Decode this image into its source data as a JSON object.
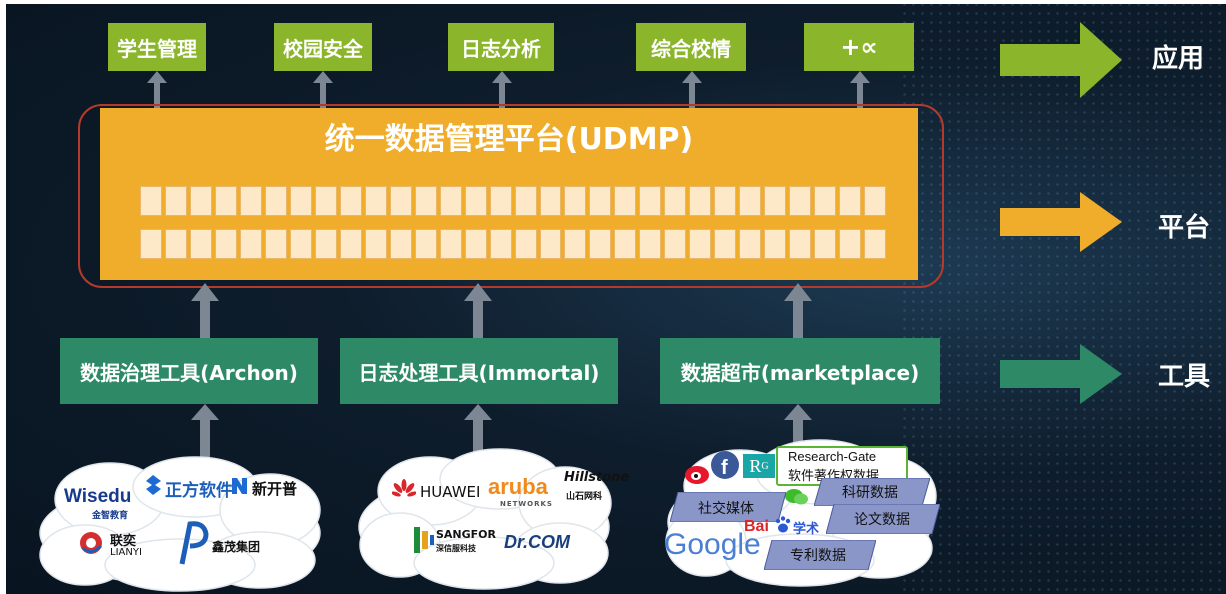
{
  "applications": [
    "学生管理",
    "校园安全",
    "日志分析",
    "综合校情",
    "+∝"
  ],
  "platform": {
    "title": "统一数据管理平台(UDMP)"
  },
  "tools": [
    "数据治理工具(Archon)",
    "日志处理工具(Immortal)",
    "数据超市(marketplace)"
  ],
  "side_labels": {
    "app": "应用",
    "platform": "平台",
    "tools": "工具"
  },
  "sources": {
    "cloud1": {
      "wisedu": "Wisedu",
      "wisedu_sub": "金智教育",
      "zfsoft": "正方软件",
      "newcapec": "新开普",
      "lianyi": "联奕",
      "lianyi_en": "LIANYI",
      "xinmao": "鑫茂集团"
    },
    "cloud2": {
      "huawei": "HUAWEI",
      "aruba": "aruba",
      "aruba_sub": "NETWORKS",
      "hillstone": "Hillstone",
      "hillstone_sub": "山石网科",
      "sangfor": "SANGFOR",
      "sangfor_sub": "深信服科技",
      "drcom": "Dr.COM"
    },
    "cloud3": {
      "rg_logo": "R",
      "rg_sup": "G",
      "research_gate": "Research-Gate",
      "copyright": "软件著作权数据",
      "social": "社交媒体",
      "sci": "科研数据",
      "paper": "论文数据",
      "patent": "专利数据",
      "baidu": "Bai",
      "baidu_xueshu": "学术",
      "google": "Google"
    }
  },
  "colors": {
    "app": "#8bb52a",
    "platform": "#f0ad2c",
    "tool": "#2e8a66",
    "outline": "#b53a2b"
  }
}
